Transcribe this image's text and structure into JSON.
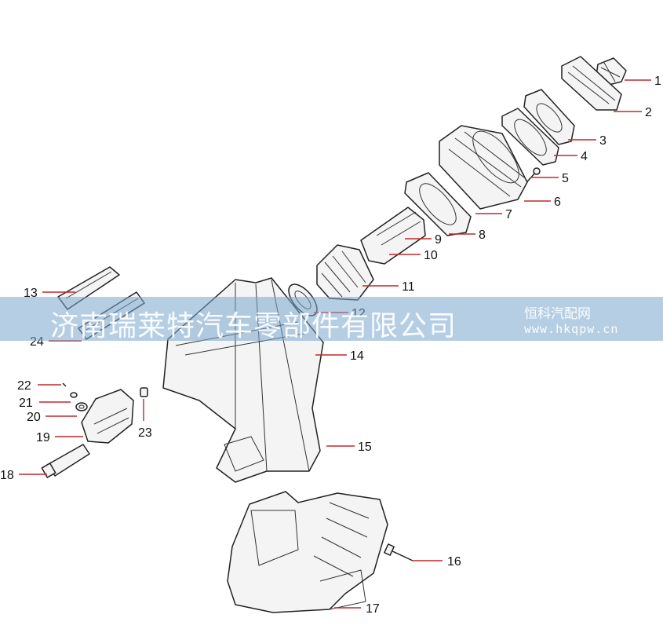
{
  "diagram": {
    "callouts": [
      "1",
      "2",
      "3",
      "4",
      "5",
      "6",
      "7",
      "8",
      "9",
      "10",
      "11",
      "12",
      "13",
      "14",
      "15",
      "16",
      "17",
      "18",
      "19",
      "20",
      "21",
      "22",
      "23",
      "24"
    ]
  },
  "watermark": {
    "company": "济南瑞莱特汽车零部件有限公司",
    "site_name": "恒科汽配网",
    "site_url": "www.hkqpw.cn"
  },
  "colors": {
    "leader_line": "#c0282d",
    "watermark_band": "#78a5cd",
    "outline": "#222222"
  }
}
